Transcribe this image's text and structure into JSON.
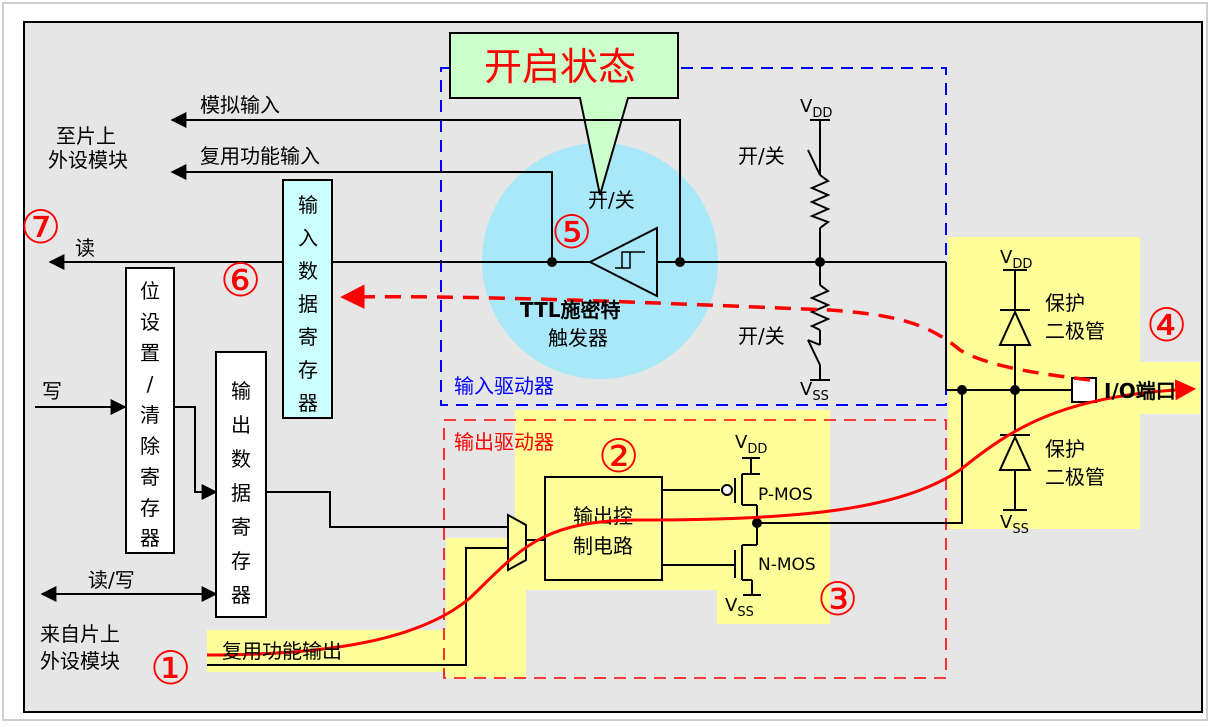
{
  "callout": "开启状态",
  "labels": {
    "periph_in_top": "至片上",
    "periph_in_bottom": "外设模块",
    "analog_in": "模拟输入",
    "alt_in": "复用功能输入",
    "read": "读",
    "write": "写",
    "read_write": "读/写",
    "periph_out_top": "来自片上",
    "periph_out_bottom": "外设模块",
    "alt_out": "复用功能输出",
    "input_driver": "输入驱动器",
    "output_driver": "输出驱动器",
    "switch": "开/关",
    "ttl_line1": "TTL施密特",
    "ttl_line2": "触发器",
    "ctrl_line1": "输出控",
    "ctrl_line2": "制电路",
    "protect1_line1": "保护",
    "protect1_line2": "二极管",
    "protect2_line1": "保护",
    "protect2_line2": "二极管",
    "io_port": "I/O端口",
    "pmos": "P-MOS",
    "nmos": "N-MOS",
    "vdd": "VDD",
    "vss": "VSS",
    "v": "V",
    "sub_dd": "DD",
    "sub_ss": "SS"
  },
  "registers": {
    "input_data": [
      "输",
      "入",
      "数",
      "据",
      "寄",
      "存",
      "器"
    ],
    "bit_setreset": [
      "位",
      "设",
      "置",
      "/",
      "清",
      "除",
      "寄",
      "存",
      "器"
    ],
    "output_data": [
      "输",
      "出",
      "数",
      "据",
      "寄",
      "存",
      "器"
    ]
  },
  "markers": [
    "①",
    "②",
    "③",
    "④",
    "⑤",
    "⑥",
    "⑦"
  ],
  "colors": {
    "background": "#e6e6e6",
    "highlight_yellow": "#ffff99",
    "register_cyan": "#ccffff",
    "trigger_circle": "#a8e8f8",
    "callout_green": "#ccffcc",
    "callout_text": "#ff0000",
    "signal_red": "#ff0000",
    "input_box_blue": "#0000ff",
    "output_box_red": "#ff0000"
  }
}
